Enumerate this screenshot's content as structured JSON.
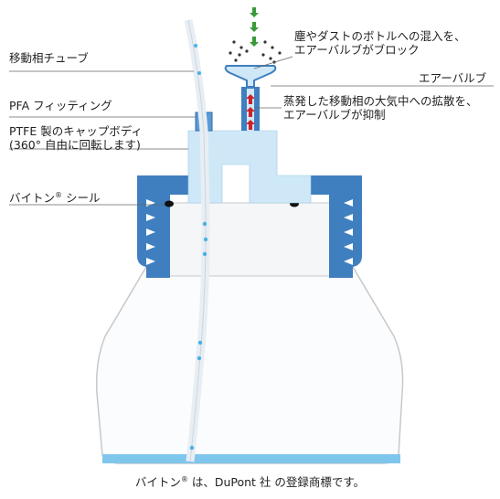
{
  "labels": {
    "tube": "移動相チューブ",
    "fitting": "PFA フィッティング",
    "cap_body_line1": "PTFE 製のキャップボディ",
    "cap_body_line2": "(360° 自由に回転します)",
    "viton_seal": "バイトン",
    "viton_seal_mark": "®",
    "viton_seal_suffix": " シール",
    "dust_line1": "塵やダストのボトルへの混入を、",
    "dust_line2": "エアーバルブがブロック",
    "air_valve": "エアーバルブ",
    "evap_line1": "蒸発した移動相の大気中への拡散を、",
    "evap_line2": "エアーバルブが抑制"
  },
  "footer": {
    "prefix": "バイトン",
    "mark": "®",
    "suffix": " は、DuPont 社 の登録商標です。"
  },
  "colors": {
    "cap_blue": "#3f7fc0",
    "cap_fill": "#cfe8f7",
    "liquid": "#7fc6ec",
    "arrow_green": "#3a9a3a",
    "arrow_red": "#d0202a",
    "bottle_outline": "#c8c8c8"
  }
}
